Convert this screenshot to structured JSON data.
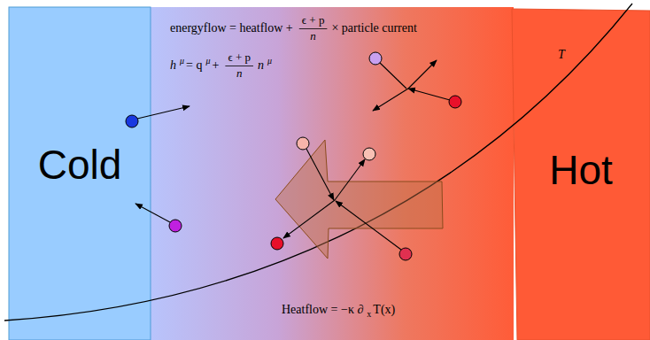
{
  "diagram": {
    "nodes": [
      {
        "text": [
          "Cold"
        ]
      },
      {
        "text": [
          "Hot"
        ]
      }
    ],
    "labels": [
      "energyflow = heatflow +",
      "ϵ + p",
      "n",
      "× particle current",
      "h",
      "μ",
      "= q",
      "μ",
      "+",
      "ϵ + p",
      "n",
      "n",
      "μ",
      "T",
      "Heatflow = −κ ∂",
      "x",
      "T(x)"
    ]
  }
}
